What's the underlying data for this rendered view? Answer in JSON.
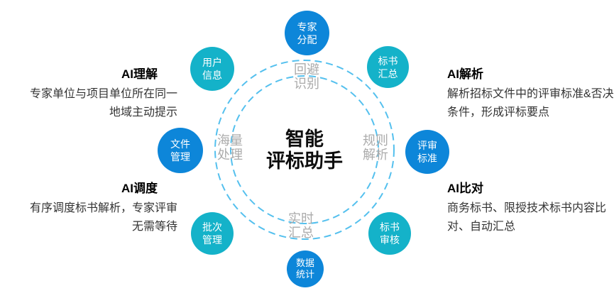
{
  "colors": {
    "node_blue": "#0d86d9",
    "node_teal": "#14b2c9",
    "ring_stroke": "#54c0ee",
    "ring_label_gray": "#ababab"
  },
  "center": {
    "line1": "智能",
    "line2": "评标助手"
  },
  "ring_labels": {
    "top": {
      "line1": "回避",
      "line2": "识别"
    },
    "left": {
      "line1": "海量",
      "line2": "处理"
    },
    "right": {
      "line1": "规则",
      "line2": "解析"
    },
    "bottom": {
      "line1": "实时",
      "line2": "汇总"
    }
  },
  "nodes": [
    {
      "id": "expert-assignment",
      "line1": "专家",
      "line2": "分配",
      "color": "#0d86d9"
    },
    {
      "id": "user-info",
      "line1": "用户",
      "line2": "信息",
      "color": "#14b2c9"
    },
    {
      "id": "bid-summary",
      "line1": "标书",
      "line2": "汇总",
      "color": "#14b2c9"
    },
    {
      "id": "file-management",
      "line1": "文件",
      "line2": "管理",
      "color": "#0d86d9"
    },
    {
      "id": "review-criteria",
      "line1": "评审",
      "line2": "标准",
      "color": "#0d86d9"
    },
    {
      "id": "batch-management",
      "line1": "批次",
      "line2": "管理",
      "color": "#14b2c9"
    },
    {
      "id": "bid-review",
      "line1": "标书",
      "line2": "审核",
      "color": "#14b2c9"
    },
    {
      "id": "data-statistics",
      "line1": "数据",
      "line2": "统计",
      "color": "#0d86d9"
    }
  ],
  "sections": [
    {
      "id": "ai-understanding",
      "title": "AI理解",
      "line1": "专家单位与项目单位所在同一",
      "line2": "地域主动提示"
    },
    {
      "id": "ai-scheduling",
      "title": "AI调度",
      "line1": "有序调度标书解析，专家评审",
      "line2": "无需等待"
    },
    {
      "id": "ai-parsing",
      "title": "AI解析",
      "line1": "解析招标文件中的评审标准&否决",
      "line2": "条件，形成评标要点"
    },
    {
      "id": "ai-comparison",
      "title": "AI比对",
      "line1": "商务标书、限授技术标书内容比",
      "line2": "对、自动汇总"
    }
  ]
}
